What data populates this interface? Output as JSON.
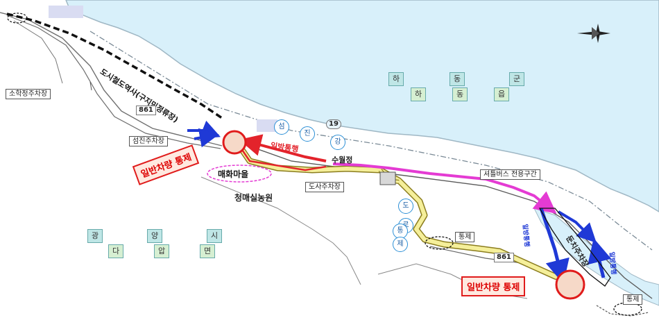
{
  "colors": {
    "river": "#d8f0fa",
    "yellow_route": "#f5ef9a",
    "general_route": "#e3232b",
    "shuttle_route": "#e43bd3",
    "one_way_route": "#1f39d6",
    "control_circle": "#e01b1b"
  },
  "icons": {
    "north_arrow": "compass-star-icon"
  },
  "labels": {
    "railway": "도시철도역사(구지민정류장)",
    "sohak_parking": "소학정주차장",
    "route_861_a": "861",
    "route_861_b": "861",
    "route_19": "19",
    "seomjin_parking": "섬진주차장",
    "maehwa_village": "매화마을",
    "cheongmaesil_farm": "청매실농원",
    "dosa_parking": "도사주차장",
    "suwoljeong": "수월정",
    "one_way_traffic": "일방통행",
    "shuttle_zone": "셔틀버스 전용구간",
    "dunchi_parking": "둔치주차장",
    "one_way_left": "일방통행",
    "one_way_right": "일방통행",
    "control_a": "통제",
    "control_b": "통제"
  },
  "alerts": {
    "upper": "일반차량 통제",
    "lower": "일반차량 통제"
  },
  "road_name": {
    "c1": "도",
    "c2": "로",
    "c3": "통",
    "c4": "제"
  },
  "river_name": {
    "c1": "섬",
    "c2": "진",
    "c3": "강"
  },
  "hadong_gun": {
    "c1": "하",
    "c2": "동",
    "c3": "군"
  },
  "hadong_eup": {
    "c1": "하",
    "c2": "동",
    "c3": "읍"
  },
  "gwangyang_si": {
    "c1": "광",
    "c2": "양",
    "c3": "시"
  },
  "dapyeong_myeon": {
    "c1": "다",
    "c2": "압",
    "c3": "면"
  }
}
